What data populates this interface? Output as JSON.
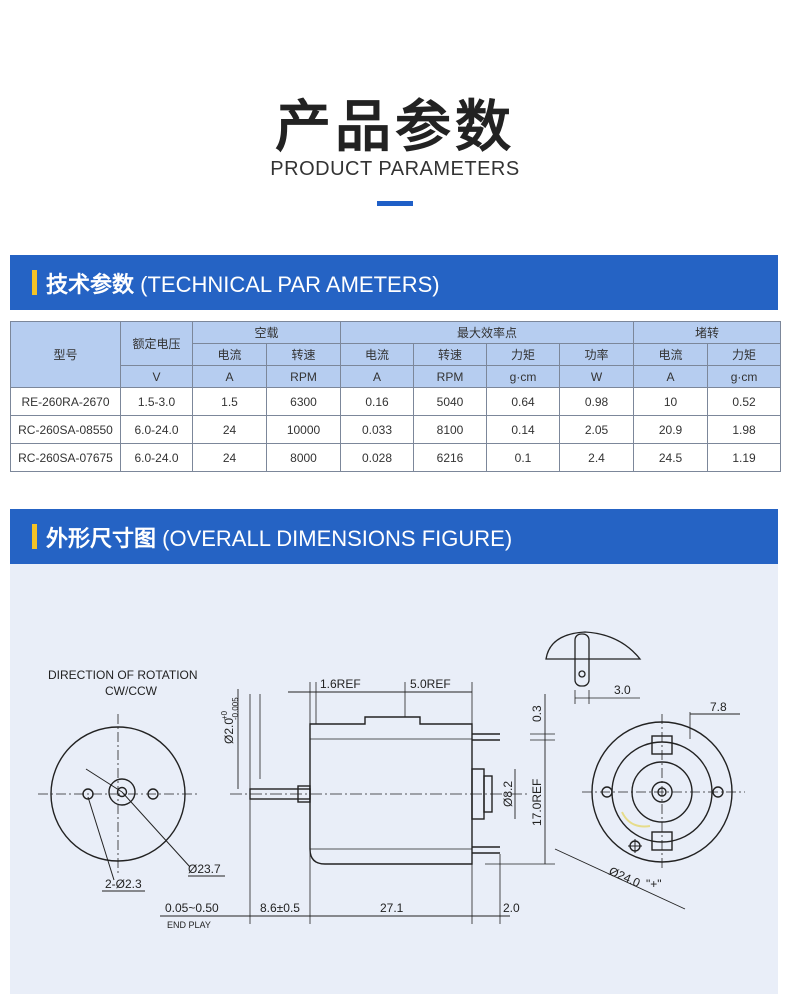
{
  "header": {
    "title": "产品参数",
    "subtitle": "PRODUCT PARAMETERS"
  },
  "technical_section": {
    "title_cn": "技术参数",
    "title_en": " (TECHNICAL PAR AMETERS)"
  },
  "dimensions_section": {
    "title_cn": "外形尺寸图",
    "title_en": " (OVERALL DIMENSIONS FIGURE)"
  },
  "table": {
    "model_header": "型号",
    "voltage_header": "额定电压",
    "no_load": "空载",
    "max_efficiency": "最大效率点",
    "stall": "堵转",
    "sub_headers": [
      "电流",
      "转速",
      "电流",
      "转速",
      "力矩",
      "功率",
      "电流",
      "力矩"
    ],
    "units": [
      "V",
      "A",
      "RPM",
      "A",
      "RPM",
      "g·cm",
      "W",
      "A",
      "g·cm"
    ],
    "rows": [
      [
        "RE-260RA-2670",
        "1.5-3.0",
        "1.5",
        "6300",
        "0.16",
        "5040",
        "0.64",
        "0.98",
        "10",
        "0.52"
      ],
      [
        "RC-260SA-08550",
        "6.0-24.0",
        "24",
        "10000",
        "0.033",
        "8100",
        "0.14",
        "2.05",
        "20.9",
        "1.98"
      ],
      [
        "RC-260SA-07675",
        "6.0-24.0",
        "24",
        "8000",
        "0.028",
        "6216",
        "0.1",
        "2.4",
        "24.5",
        "1.19"
      ]
    ]
  },
  "drawing": {
    "rotation_label_1": "DIRECTION OF ROTATION",
    "rotation_label_2": "CW/CCW",
    "ref_1_6": "1.6REF",
    "ref_5_0": "5.0REF",
    "shaft_dia": "Ø2.0",
    "shaft_tol_upper": "+0",
    "shaft_tol_lower": "-0.005",
    "dim_0_3": "0.3",
    "dim_8_2": "Ø8.2",
    "dim_17_0": "17.0REF",
    "dim_23_7": "Ø23.7",
    "holes": "2-Ø2.3",
    "end_play": "0.05~0.50",
    "end_play_label": "END PLAY",
    "dim_8_6": "8.6±0.5",
    "dim_27_1": "27.1",
    "dim_2_0": "2.0",
    "dim_3_0": "3.0",
    "dim_7_8": "7.8",
    "dim_24_0": "Ø24.0",
    "plus_mark": "\"+\""
  }
}
